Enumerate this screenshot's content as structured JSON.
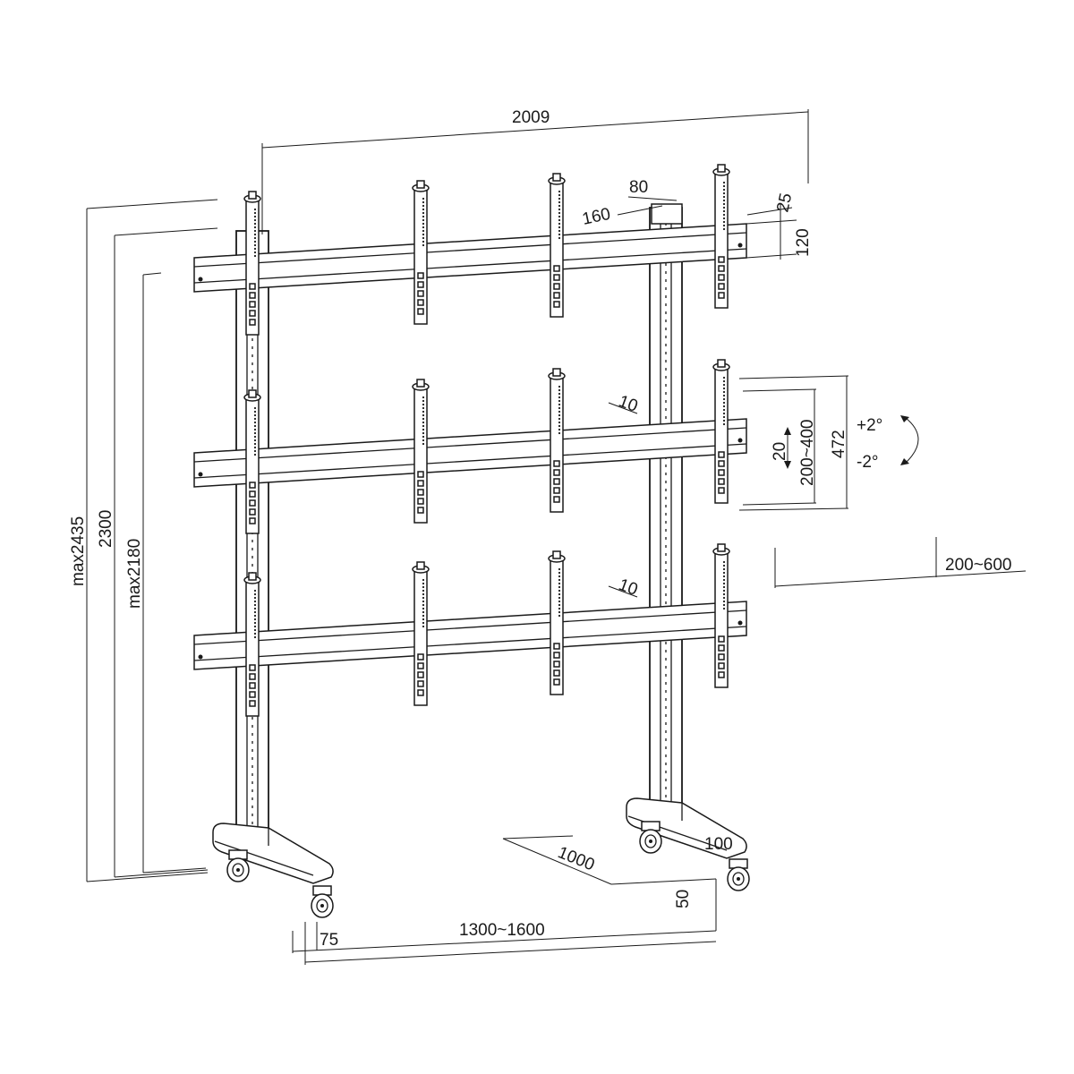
{
  "diagram": {
    "colors": {
      "line": "#1a1a1a",
      "background": "#ffffff"
    },
    "dimensions": {
      "overall_width": "2009",
      "plate_depth": "80",
      "plate_width": "160",
      "rail_thickness": "25",
      "rail_height": "120",
      "max_height": "max2435",
      "height": "2300",
      "max_height_low": "max2180",
      "rail_gap_top": "10",
      "rail_gap_bottom": "10",
      "vertical_adjust": "20",
      "vesa_vertical": "200~400",
      "bracket_length": "472",
      "tilt_up": "+2°",
      "tilt_down": "-2°",
      "vesa_horizontal": "200~600",
      "base_depth": "1000",
      "base_offset": "100",
      "base_height": "50",
      "foot_width": "75",
      "pole_spacing": "1300~1600"
    }
  }
}
